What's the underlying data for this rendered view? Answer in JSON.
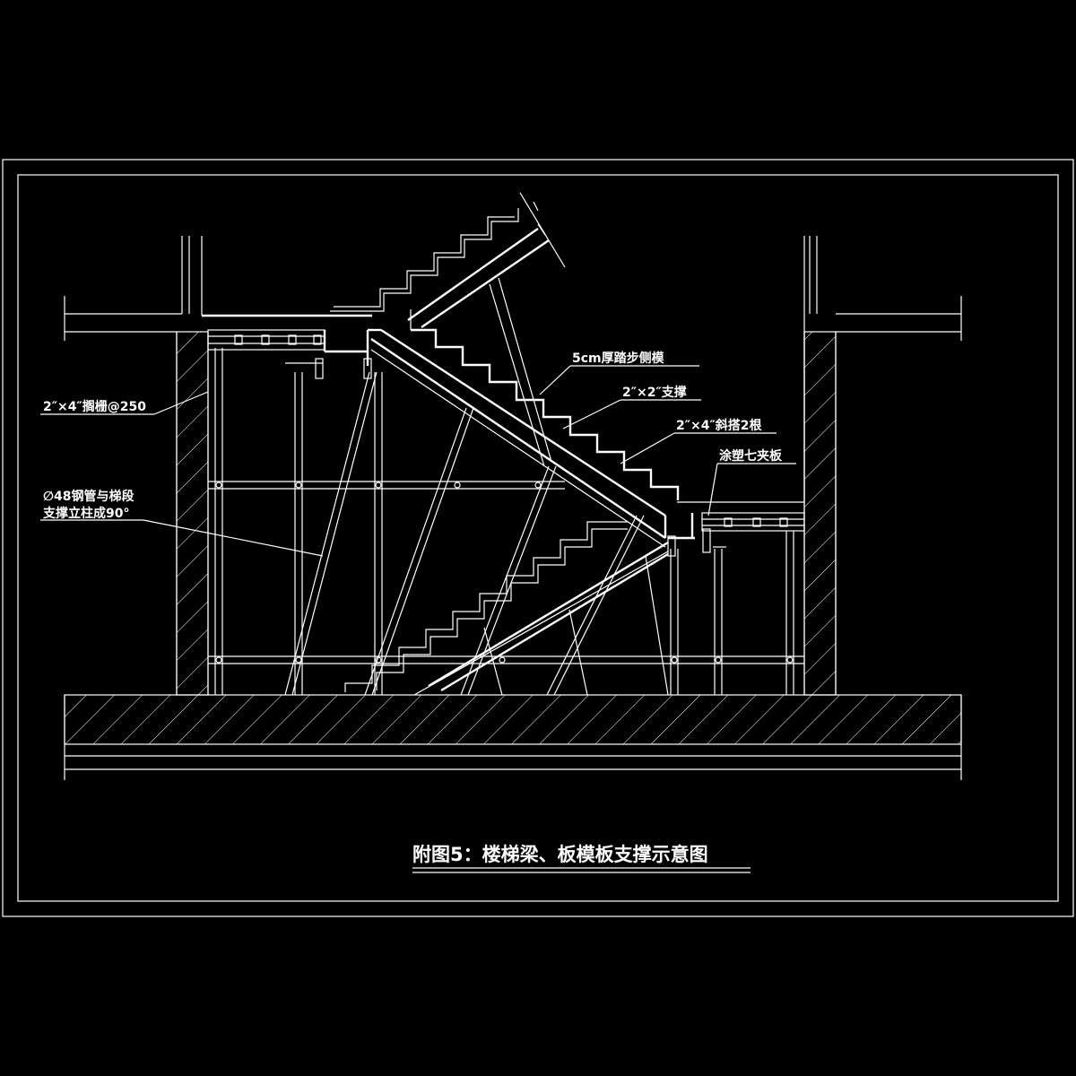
{
  "drawing": {
    "title": "附图5：楼梯梁、板模板支撑示意图",
    "labels": {
      "joist": "2″×4″搁栅@250",
      "pipe_line1": "∅48钢管与梯段",
      "pipe_line2": "支撑立柱成90°",
      "step_side_form": "5cm厚踏步侧模",
      "brace_2x2": "2″×2″支撑",
      "diag_2x4": "2″×4″斜搭2根",
      "plywood": "涂塑七夹板"
    },
    "colors": {
      "background": "#000000",
      "lines": "#ffffff"
    }
  }
}
